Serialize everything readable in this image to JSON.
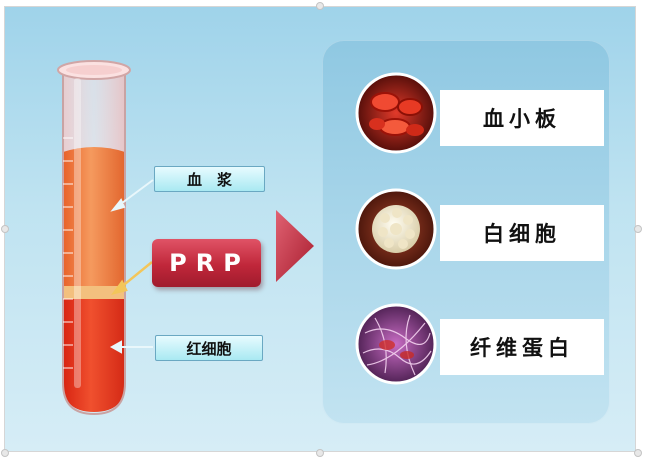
{
  "diagram": {
    "tube_labels": {
      "plasma": "血　浆",
      "prp": "PRP",
      "rbc": "红细胞"
    },
    "components": [
      {
        "label": "血小板",
        "icon": "platelet-icon"
      },
      {
        "label": "白细胞",
        "icon": "white-blood-cell-icon"
      },
      {
        "label": "纤维蛋白",
        "icon": "fibrin-icon"
      }
    ],
    "colors": {
      "background": "#b7dff0",
      "plasma": "#f07a3a",
      "rbc": "#e2321d",
      "prp_box": "#c0273a",
      "callout": "#a9e9f2",
      "arrow": "#c52a3a"
    }
  }
}
